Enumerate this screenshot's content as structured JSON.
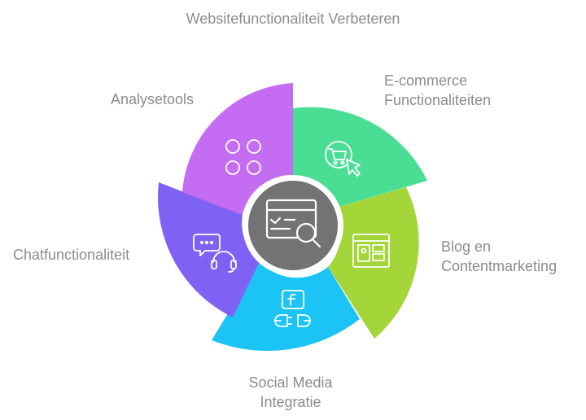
{
  "title": "Websitefunctionaliteit Verbeteren",
  "segments": [
    {
      "label_lines": [
        "E-commerce",
        "Functionaliteiten"
      ],
      "color": "#4ade94",
      "icon": "cart-cursor-icon"
    },
    {
      "label_lines": [
        "Blog en",
        "Contentmarketing"
      ],
      "color": "#a4d63a",
      "icon": "web-layout-icon"
    },
    {
      "label_lines": [
        "Social Media",
        "Integratie"
      ],
      "color": "#1cc4f5",
      "icon": "facebook-plug-icon"
    },
    {
      "label_lines": [
        "Chatfunctionaliteit"
      ],
      "color": "#7f62f3",
      "icon": "chat-headset-icon"
    },
    {
      "label_lines": [
        "Analysetools"
      ],
      "color": "#c46df2",
      "icon": "four-circles-icon"
    }
  ],
  "center": {
    "color": "#737373",
    "icon": "browser-search-icon"
  }
}
